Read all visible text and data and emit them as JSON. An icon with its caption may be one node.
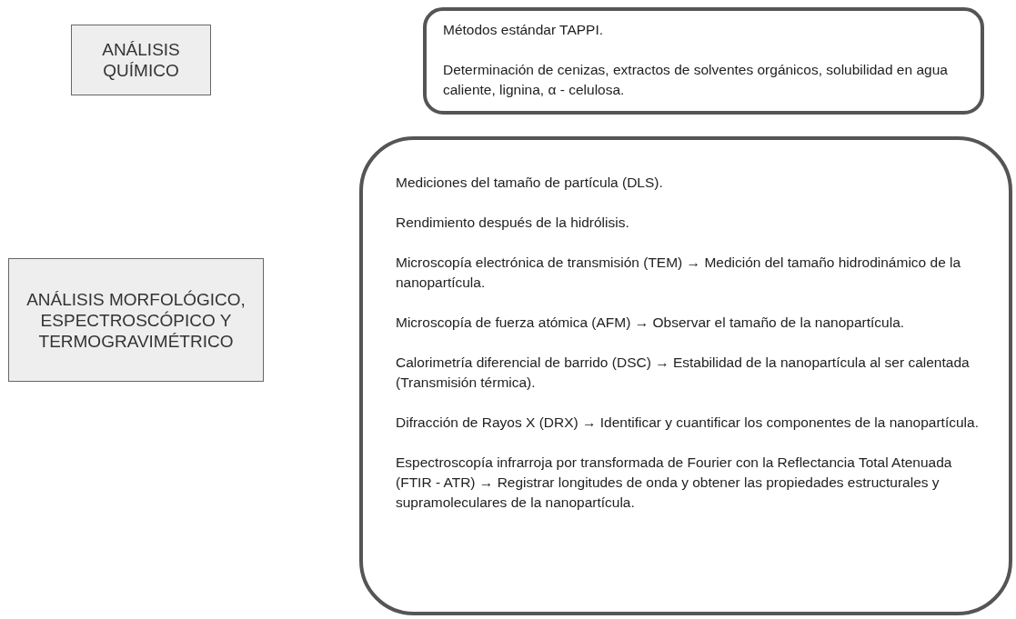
{
  "diagram": {
    "nodes": [
      {
        "text": [
          "ANÁLISIS QUÍMICO"
        ]
      },
      {
        "text": [
          "Métodos estándar TAPPI.",
          "Determinación de cenizas, extractos de solventes orgánicos, solubilidad en agua caliente, lignina, α - celulosa."
        ]
      },
      {
        "text": [
          "ANÁLISIS MORFOLÓGICO, ESPECTROSCÓPICO Y TERMOGRAVIMÉTRICO"
        ]
      },
      {
        "text": [
          "Mediciones del tamaño de partícula (DLS).",
          "Rendimiento después de la hidrólisis.",
          "Microscopía electrónica de transmisión (TEM) → Medición del tamaño hidrodinámico de la nanopartícula.",
          "Microscopía de fuerza atómica (AFM) → Observar el tamaño de la nanopartícula.",
          "Calorimetría diferencial de barrido (DSC) → Estabilidad de la nanopartícula al ser calentada (Transmisión térmica).",
          "Difracción de Rayos X (DRX) → Identificar y cuantificar los componentes de la nanopartícula.",
          "Espectroscopía infrarroja por transformada de Fourier con la Reflectancia Total Atenuada (FTIR - ATR) → Registrar longitudes de onda y obtener las propiedades estructurales y supramoleculares de la nanopartícula."
        ]
      }
    ]
  }
}
